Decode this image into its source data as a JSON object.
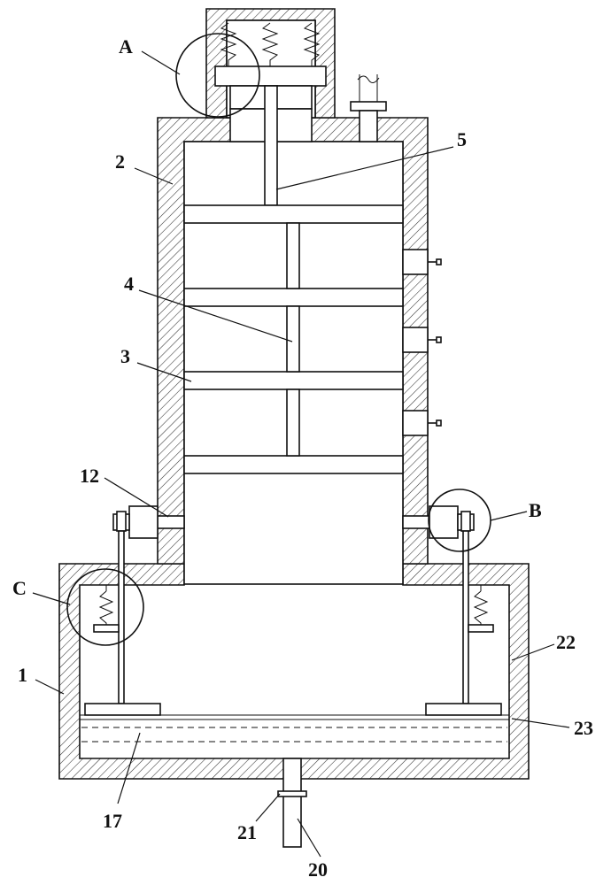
{
  "labels": {
    "A": "A",
    "B": "B",
    "C": "C",
    "n1": "1",
    "n2": "2",
    "n3": "3",
    "n4": "4",
    "n5": "5",
    "n12": "12",
    "n17": "17",
    "n20": "20",
    "n21": "21",
    "n22": "22",
    "n23": "23"
  }
}
